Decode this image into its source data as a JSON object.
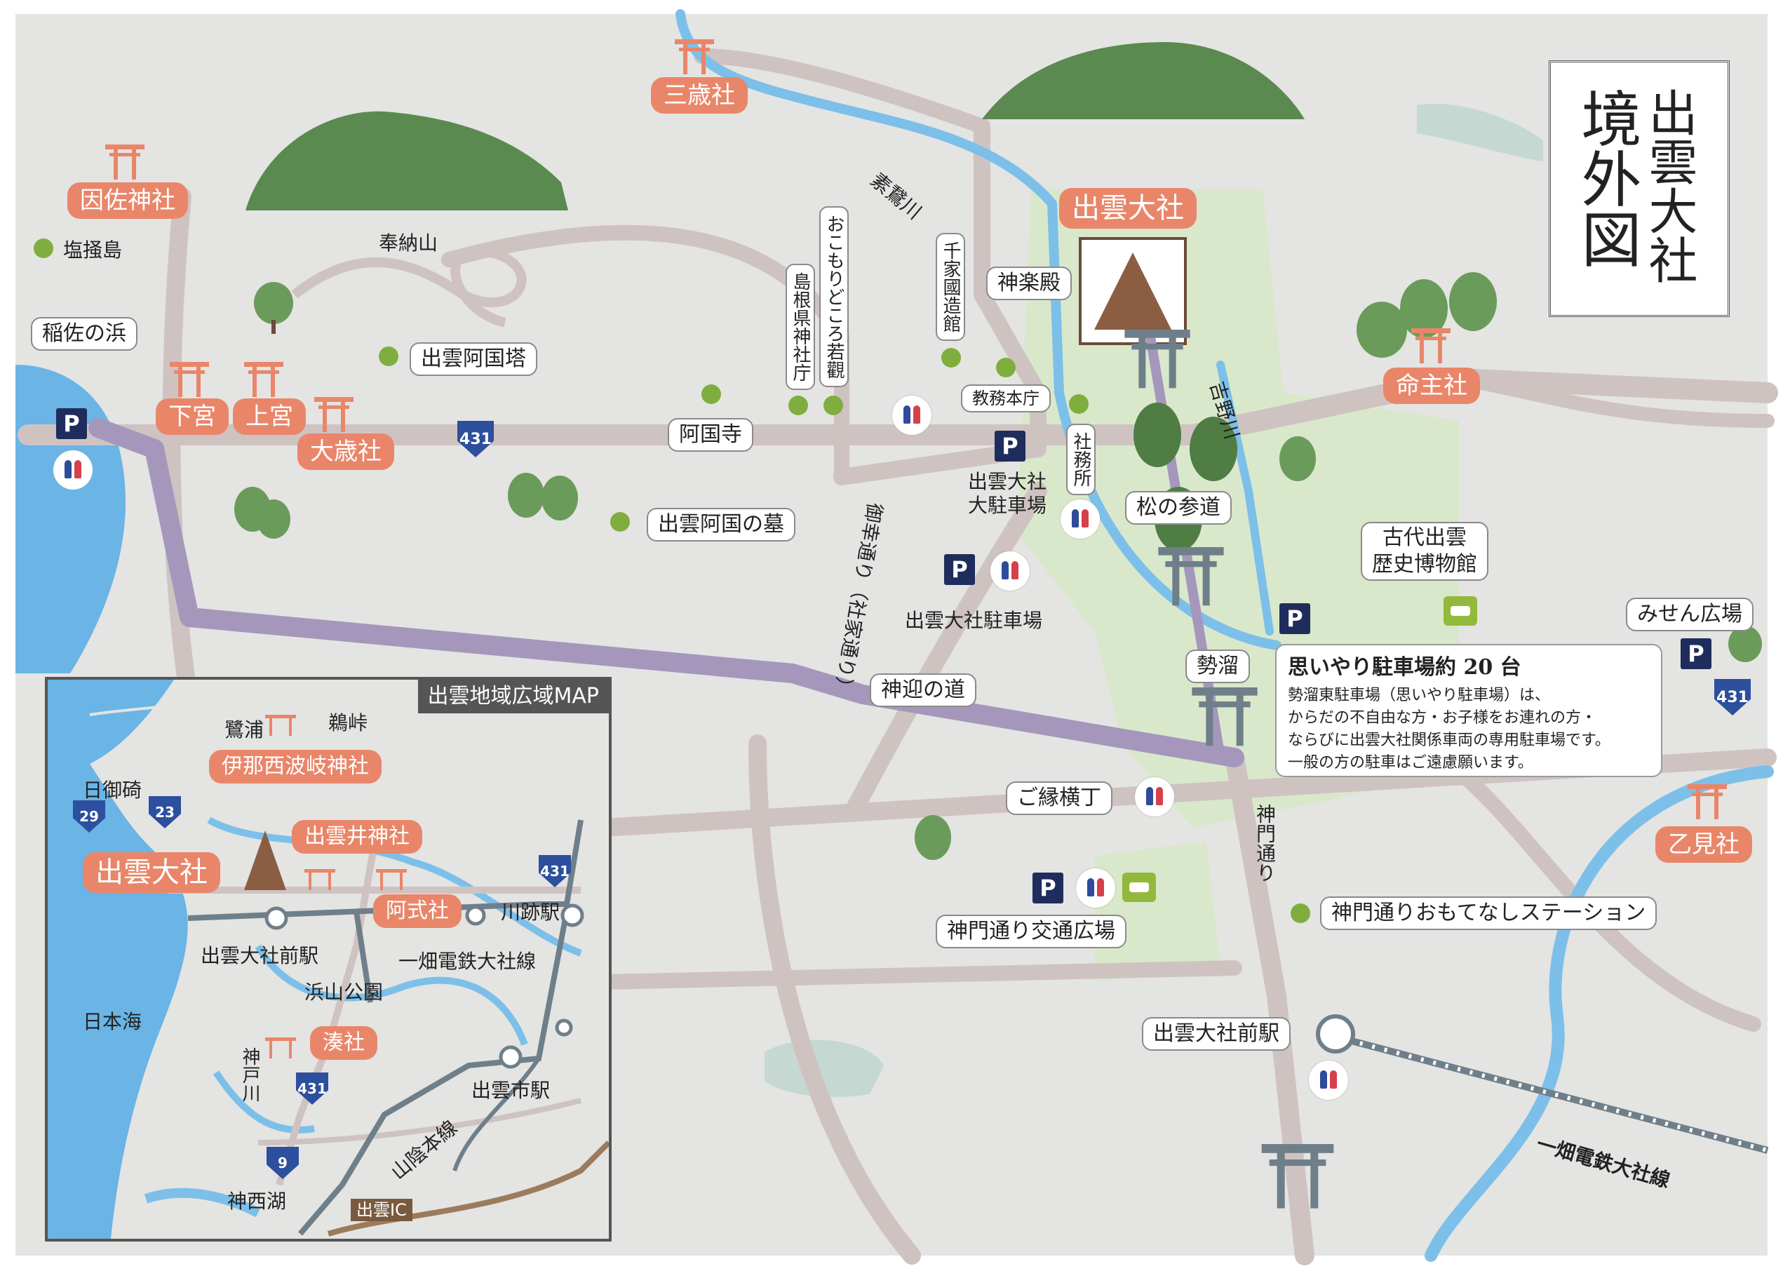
{
  "title": {
    "line1": "出雲大社",
    "line2": "境外図"
  },
  "colors": {
    "land": "#e4e4e2",
    "sea": "#6ab4e6",
    "river": "#7cc0ea",
    "road": "#cfc3c2",
    "main_road": "#a597bc",
    "green": "#d7e8c9",
    "accent": "#e9866a",
    "parking": "#1f2d5c",
    "rail": "#6f7f8a"
  },
  "shrines_orange": [
    {
      "id": "sansaisha",
      "label": "三歳社"
    },
    {
      "id": "inasa",
      "label": "因佐神社"
    },
    {
      "id": "shimonomiya",
      "label": "下宮"
    },
    {
      "id": "kaminomiya",
      "label": "上宮"
    },
    {
      "id": "osaisha",
      "label": "大歳社"
    },
    {
      "id": "izumo_taisha",
      "label": "出雲大社"
    },
    {
      "id": "inochinushi",
      "label": "命主社"
    },
    {
      "id": "otomisha",
      "label": "乙見社"
    }
  ],
  "places_white": [
    {
      "id": "inasa_beach",
      "label": "稲佐の浜"
    },
    {
      "id": "okuni_tower",
      "label": "出雲阿国塔"
    },
    {
      "id": "agokuji",
      "label": "阿国寺"
    },
    {
      "id": "okuni_grave",
      "label": "出雲阿国の墓"
    },
    {
      "id": "kaguraden",
      "label": "神楽殿"
    },
    {
      "id": "kyomu_honcho",
      "label": "教務本庁"
    },
    {
      "id": "matsu_sando",
      "label": "松の参道"
    },
    {
      "id": "museum",
      "label": "古代出雲\n歴史博物館"
    },
    {
      "id": "misen",
      "label": "みせん広場"
    },
    {
      "id": "seidamari",
      "label": "勢溜"
    },
    {
      "id": "kamimukae",
      "label": "神迎の道"
    },
    {
      "id": "goen_yokocho",
      "label": "ご縁横丁"
    },
    {
      "id": "shinmon_plaza",
      "label": "神門通り交通広場"
    },
    {
      "id": "omotenashi",
      "label": "神門通りおもてなしステーション"
    },
    {
      "id": "station_label",
      "label": "出雲大社前駅"
    }
  ],
  "vertical_boxes": [
    {
      "id": "senge",
      "label": "千家國造館"
    },
    {
      "id": "shimane_office",
      "label": "島根県神社庁"
    },
    {
      "id": "okomori",
      "label": "おこもりどころ若觀"
    },
    {
      "id": "shamusho",
      "label": "社務所"
    }
  ],
  "plain_labels": [
    {
      "id": "shioka",
      "label": "塩掻島"
    },
    {
      "id": "honosan",
      "label": "奉納山"
    },
    {
      "id": "soga_river",
      "label": "素鵞川"
    },
    {
      "id": "yoshino_river",
      "label": "吉野川"
    },
    {
      "id": "miyuki",
      "label": "御幸通り（社家通り）"
    },
    {
      "id": "shinmon_dori",
      "label": "神門通り"
    },
    {
      "id": "big_parking",
      "label": "出雲大社\n大駐車場"
    },
    {
      "id": "parking_lot",
      "label": "出雲大社駐車場"
    },
    {
      "id": "ichibata_line",
      "label": "一畑電鉄大社線"
    }
  ],
  "route_numbers": [
    "431",
    "431"
  ],
  "notice": {
    "heading": "思いやり駐車場約 20 台",
    "body": "勢溜東駐車場（思いやり駐車場）は、\nからだの不自由な方・お子様をお連れの方・\nならびに出雲大社関係車両の専用駐車場です。\n一般の方の駐車はご遠慮願います。"
  },
  "inset": {
    "title": "出雲地域広域MAP",
    "shrines": [
      "伊那西波岐神社",
      "出雲大社",
      "出雲井神社",
      "阿式社",
      "湊社"
    ],
    "labels": [
      "鷺浦",
      "鵜峠",
      "日御碕",
      "日本海",
      "出雲大社前駅",
      "一畑電鉄大社線",
      "川跡駅",
      "浜山公園",
      "出雲市駅",
      "神戸川",
      "山陰本線",
      "神西湖",
      "出雲IC"
    ],
    "routes": [
      "29",
      "23",
      "431",
      "431",
      "9"
    ]
  },
  "icon_names": [
    "parking-icon",
    "toilet-icon",
    "taxi-icon",
    "torii-icon",
    "route-shield-icon",
    "poi-dot-icon",
    "station-icon",
    "tree-icon",
    "shrine-building-icon"
  ]
}
